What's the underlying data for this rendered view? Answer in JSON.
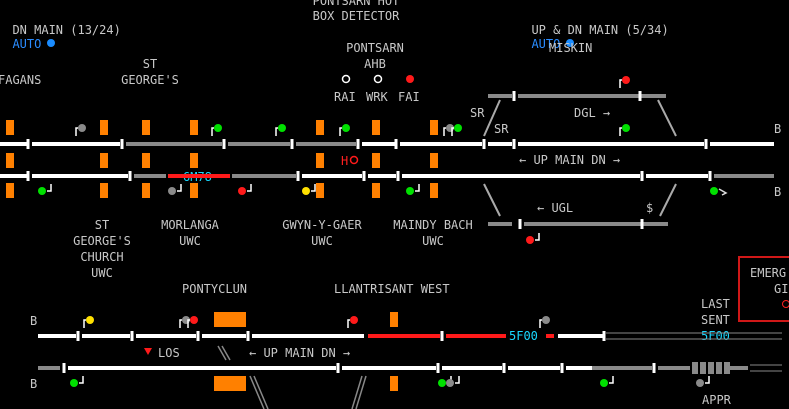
{
  "header": {
    "dn_main": "DN MAIN (13/24)",
    "dn_main_mode": "AUTO",
    "up_dn_main": "UP & DN MAIN (5/34)",
    "up_dn_main_mode": "AUTO",
    "hotbox_line1": "PONTSARN HOT",
    "hotbox_line2": "BOX DETECTOR"
  },
  "labels": {
    "fagans": "FAGANS",
    "st_georges_1": "ST",
    "st_georges_2": "GEORGE'S",
    "pontsarn_1": "PONTSARN",
    "pontsarn_2": "AHB",
    "rai": "RAI",
    "wrk": "WRK",
    "fai": "FAI",
    "miskin": "MISKIN",
    "sr1": "SR",
    "sr2": "SR",
    "dgl": "DGL →",
    "b_right_1": "B",
    "b_right_2": "B",
    "ho": "H",
    "train_1": "6M78",
    "up_main_dn_1": "← UP MAIN DN →",
    "ugl": "← UGL",
    "dollar": "$",
    "st_georges_church_1": "ST",
    "st_georges_church_2": "GEORGE'S",
    "st_georges_church_3": "CHURCH",
    "st_georges_church_4": "UWC",
    "morlanga_1": "MORLANGA",
    "morlanga_2": "UWC",
    "gwyn_1": "GWYN-Y-GAER",
    "gwyn_2": "UWC",
    "maindy_1": "MAINDY BACH",
    "maindy_2": "UWC",
    "pontyclun": "PONTYCLUN",
    "llantrisant": "LLANTRISANT WEST",
    "b_left_1": "B",
    "b_left_2": "B",
    "los": "LOS",
    "up_main_dn_2": "← UP MAIN DN →",
    "train_2": "5F00",
    "last_sent_1": "LAST",
    "last_sent_2": "SENT",
    "last_sent_train": "5F00",
    "emergency_1": "EMERG",
    "emergency_2": "GI",
    "appr": "APPR"
  },
  "colors": {
    "track": "#ffffff",
    "track_idle": "#8a8a8a",
    "occupied": "#ff1a1a",
    "crossing": "#ff8000",
    "signal_green": "#00e000",
    "signal_red": "#ff1a1a",
    "signal_yellow": "#ffe000",
    "signal_grey": "#8a8a8a",
    "text": "#c8c8c8",
    "berth": "#18d8ff",
    "auto": "#2a8cff"
  }
}
